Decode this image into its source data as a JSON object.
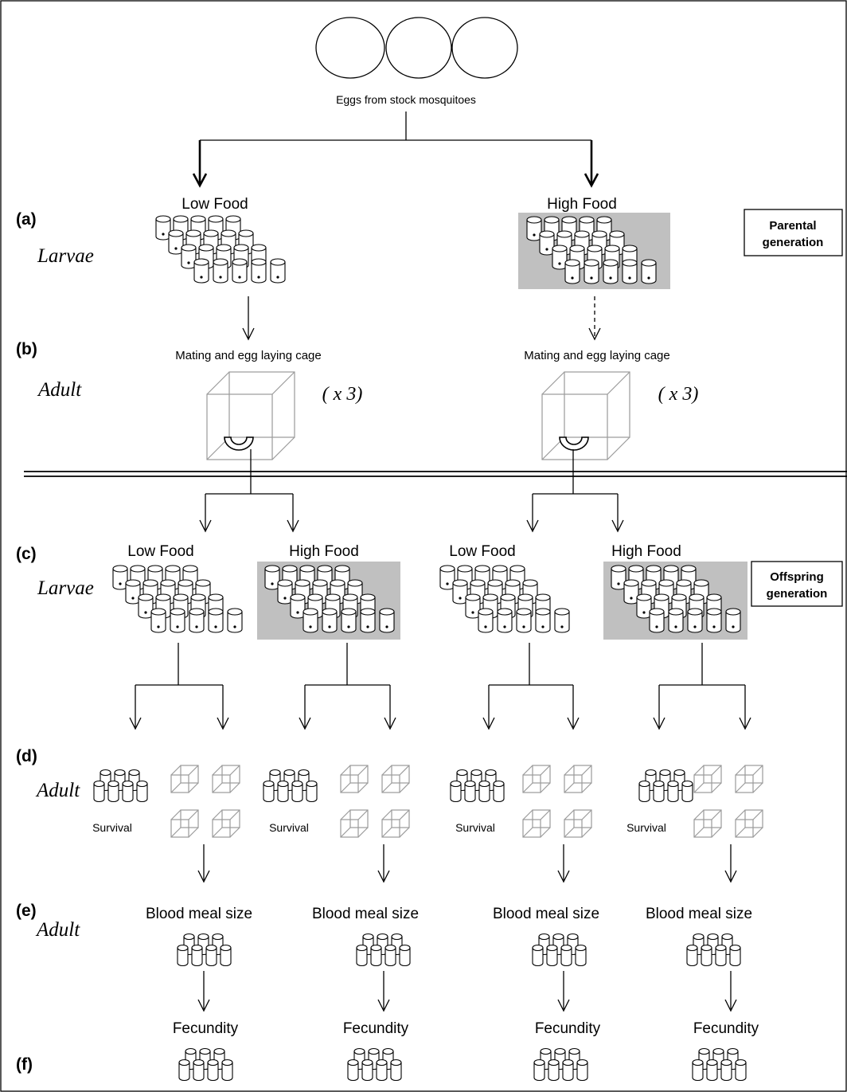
{
  "title_eggs": "Eggs from stock mosquitoes",
  "rows": {
    "a": {
      "label": "(a)",
      "stage": "Larvae"
    },
    "b": {
      "label": "(b)",
      "stage": "Adult"
    },
    "c": {
      "label": "(c)",
      "stage": "Larvae"
    },
    "d": {
      "label": "(d)",
      "stage": "Adult"
    },
    "e": {
      "label": "(e)",
      "stage": "Adult"
    },
    "f": {
      "label": "(f)"
    }
  },
  "parental": {
    "box_label_1": "Parental",
    "box_label_2": "generation",
    "treatments": [
      {
        "name": "Low Food",
        "cage_label": "Mating and egg laying cage",
        "replicates": "( x 3)"
      },
      {
        "name": "High Food",
        "cage_label": "Mating and egg laying cage",
        "replicates": "( x 3)"
      }
    ]
  },
  "offspring": {
    "box_label_1": "Offspring",
    "box_label_2": "generation",
    "treatments": [
      {
        "name": "Low Food",
        "survival": "Survival",
        "blood_meal": "Blood meal size",
        "fecundity": "Fecundity"
      },
      {
        "name": "High Food",
        "survival": "Survival",
        "blood_meal": "Blood meal size",
        "fecundity": "Fecundity"
      },
      {
        "name": "Low Food",
        "survival": "Survival",
        "blood_meal": "Blood meal size",
        "fecundity": "Fecundity"
      },
      {
        "name": "High Food",
        "survival": "Survival",
        "blood_meal": "Blood meal size",
        "fecundity": "Fecundity"
      }
    ]
  },
  "colors": {
    "high_food_background": "#c0c0c0",
    "cage_stroke": "#9a9a9a"
  }
}
